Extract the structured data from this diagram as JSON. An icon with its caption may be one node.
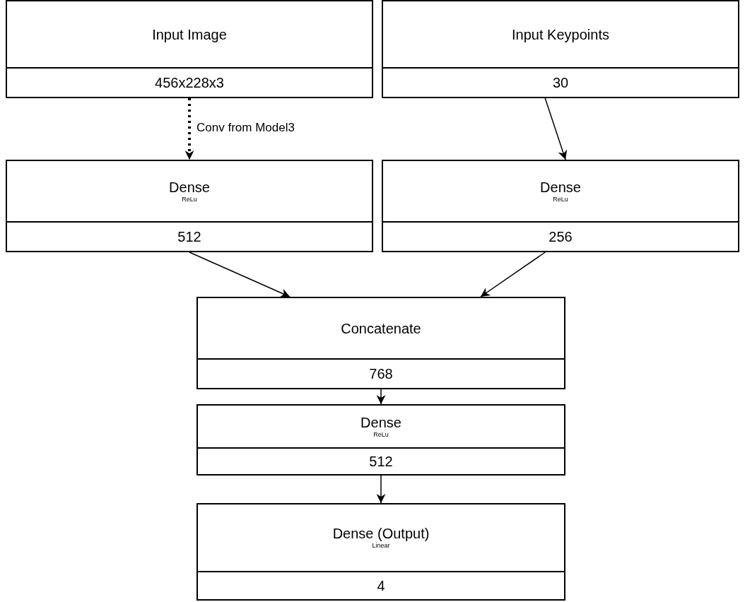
{
  "diagram": {
    "nodes": [
      {
        "text": [
          "Input Image",
          "456x228x3"
        ]
      },
      {
        "text": [
          "Input Keypoints",
          "30"
        ]
      },
      {
        "text": [
          "Dense",
          "ReLu",
          "512"
        ]
      },
      {
        "text": [
          "Dense",
          "ReLu",
          "256"
        ]
      },
      {
        "text": [
          "Concatenate",
          "768"
        ]
      },
      {
        "text": [
          "Dense",
          "ReLu",
          "512"
        ]
      },
      {
        "text": [
          "Dense (Output)",
          "Linear",
          "4"
        ]
      }
    ],
    "edges": [
      {
        "from": 0,
        "to": 2,
        "arrow": "to",
        "label": "Conv from Model3",
        "style": "dashed"
      },
      {
        "from": 1,
        "to": 3,
        "arrow": "to"
      },
      {
        "from": 2,
        "to": 4,
        "arrow": "to"
      },
      {
        "from": 3,
        "to": 4,
        "arrow": "to"
      },
      {
        "from": 4,
        "to": 5,
        "arrow": "to"
      },
      {
        "from": 5,
        "to": 6,
        "arrow": "to"
      }
    ]
  }
}
